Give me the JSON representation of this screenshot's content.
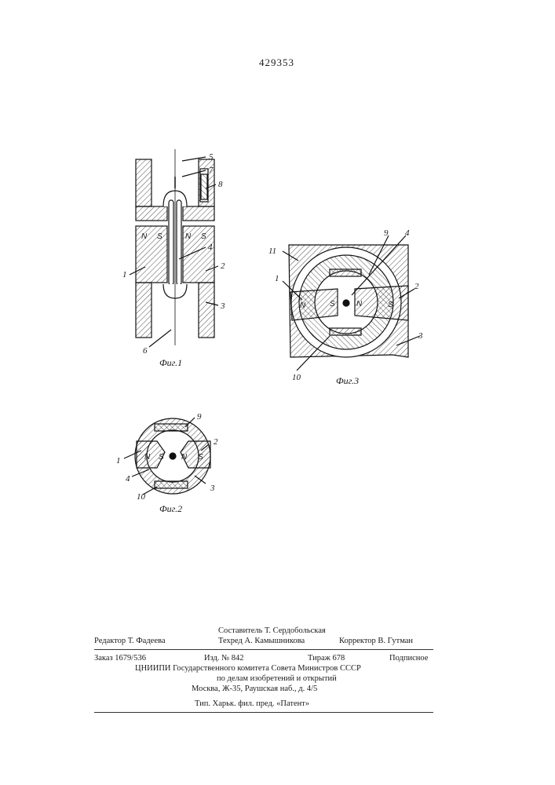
{
  "patent_number": "429353",
  "figures": {
    "fig1": {
      "caption": "Фиг.1",
      "labels": [
        "5",
        "7",
        "8",
        "4",
        "2",
        "1",
        "3",
        "6"
      ],
      "poles": [
        "N",
        "S",
        "N",
        "S"
      ]
    },
    "fig2": {
      "caption": "Фиг.2",
      "labels": [
        "9",
        "1",
        "2",
        "4",
        "3",
        "10"
      ],
      "poles": [
        "N",
        "S",
        "N",
        "S"
      ]
    },
    "fig3": {
      "caption": "Фиг.3",
      "labels": [
        "9",
        "4",
        "11",
        "1",
        "2",
        "3",
        "10"
      ],
      "poles": [
        "N",
        "S",
        "N",
        "S"
      ]
    }
  },
  "imprint": {
    "composer": "Составитель Т. Сердобольская",
    "editor": "Редактор Т. Фадеева",
    "tech_editor": "Техред А. Камышникова",
    "proofreader": "Корректор В. Гутман",
    "order": "Заказ 1679/536",
    "edition": "Изд. № 842",
    "print_run": "Тираж 678",
    "subscription": "Подписное",
    "org_line1": "ЦНИИПИ Государственного комитета Совета Министров СССР",
    "org_line2": "по делам изобретений и открытий",
    "address": "Москва, Ж-35, Раушская наб., д. 4/5",
    "printer": "Тип. Харьк. фил. пред. «Патент»"
  }
}
